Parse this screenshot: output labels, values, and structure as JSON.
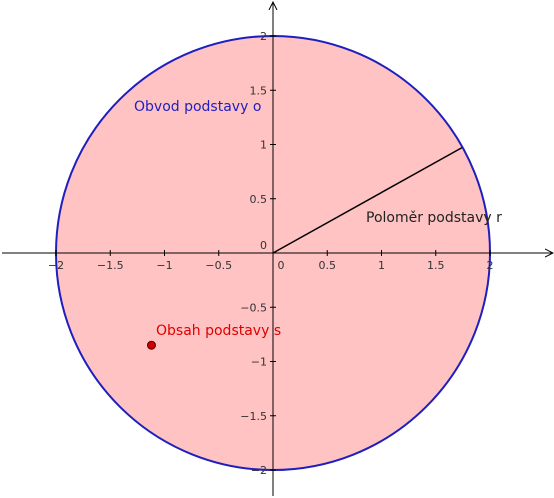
{
  "axes": {
    "x_range": [
      -2.5,
      2.6
    ],
    "y_range": [
      -2.3,
      2.3
    ],
    "x_ticks": [
      "-2",
      "-1.5",
      "-1",
      "-0.5",
      "0",
      "0.5",
      "1",
      "1.5",
      "2"
    ],
    "x_tick_values": [
      -2,
      -1.5,
      -1,
      -0.5,
      0,
      0.5,
      1,
      1.5,
      2
    ],
    "y_ticks": [
      "2",
      "1.5",
      "1",
      "0.5",
      "0",
      "-0.5",
      "-1",
      "-1.5",
      "-2"
    ],
    "y_tick_values": [
      2,
      1.5,
      1,
      0.5,
      0,
      -0.5,
      -1,
      -1.5,
      -2
    ]
  },
  "circle": {
    "center": [
      0,
      0
    ],
    "radius": 2,
    "label": "Obvod podstavy o",
    "stroke_color": "#1f1fbf",
    "fill_color": "#ffc0c0"
  },
  "radius_segment": {
    "from": [
      0,
      0
    ],
    "to": [
      1.74,
      0.97
    ],
    "label": "Poloměr podstavy r",
    "color": "#000000"
  },
  "point": {
    "position": [
      -1.12,
      -0.85
    ],
    "label": "Obsah podstavy s",
    "fill_color": "#d00000",
    "label_color": "#e00000"
  }
}
